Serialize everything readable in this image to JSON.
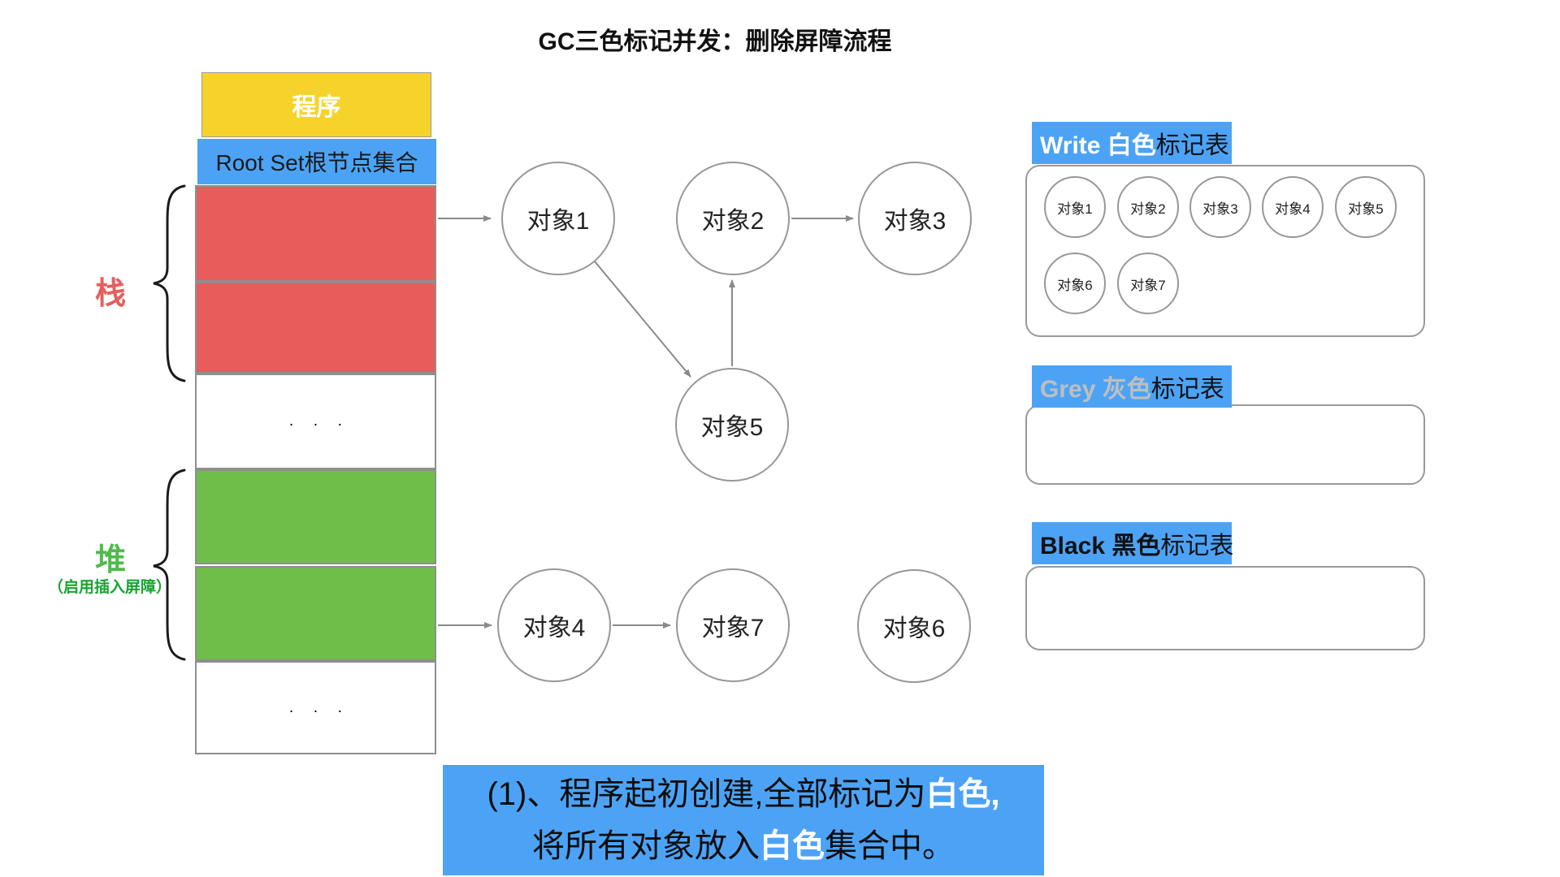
{
  "title": "GC三色标记并发：删除屏障流程",
  "memory": {
    "program": "程序",
    "root_set": "Root Set根节点集合",
    "ellipsis": "...",
    "stack_label": "栈",
    "heap_label": "堆",
    "heap_note": "（启用插入屏障）"
  },
  "objects": {
    "o1": "对象1",
    "o2": "对象2",
    "o3": "对象3",
    "o4": "对象4",
    "o5": "对象5",
    "o6": "对象6",
    "o7": "对象7"
  },
  "panels": {
    "white": {
      "title_en": "Write 白色",
      "title_zh": "标记表",
      "items": [
        "对象1",
        "对象2",
        "对象3",
        "对象4",
        "对象5",
        "对象6",
        "对象7"
      ]
    },
    "grey": {
      "title_en": "Grey 灰色",
      "title_zh": "标记表"
    },
    "black": {
      "title_en": "Black 黑色",
      "title_zh": "标记表"
    }
  },
  "note": {
    "line1_pre": "(1)、程序起初创建,全部标记为",
    "line1_highlight": "白色,",
    "line2_pre": "将所有对象放入",
    "line2_highlight": "白色",
    "line2_post": "集合中。"
  },
  "colors": {
    "accent_blue": "#4CA3F6",
    "stack_red": "#E85D5C",
    "heap_green": "#6EBE49",
    "program_yellow": "#F6D32B"
  }
}
